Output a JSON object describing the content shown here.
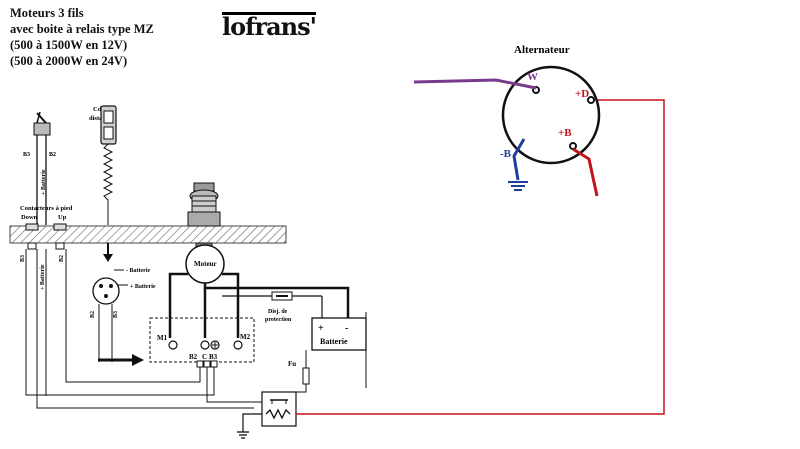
{
  "header": {
    "lines": [
      "Moteurs 3 fils",
      "avec boite à relais type MZ",
      "(500 à 1500W en 12V)",
      "(500 à 2000W en 24V)"
    ],
    "logo": "lofrans'"
  },
  "labels": {
    "cdes_line1": "Cdes à",
    "cdes_line2": "distance",
    "contacteurs": "Contacteurs à pied",
    "down": "Down",
    "up": "Up",
    "b3": "B3",
    "b2": "B2",
    "plus_batterie": "+ Batterie",
    "minus_batterie": "- Batterie",
    "plus_batterie_short": "+ Batterie",
    "moteur": "Moteur",
    "disj_line1": "Disj. de",
    "disj_line2": "protection",
    "batterie": "Batterie",
    "plus": "+",
    "minus": "-",
    "m1": "M1",
    "m2": "M2",
    "c": "C",
    "fu": "Fu",
    "alternateur": "Alternateur",
    "w": "W",
    "plus_d": "+D",
    "plus_b": "+B",
    "minus_b": "-B"
  },
  "colors": {
    "wire": "#111111",
    "red": "#c0141c",
    "purple": "#7a3a8c",
    "blue": "#1f3d9e"
  }
}
